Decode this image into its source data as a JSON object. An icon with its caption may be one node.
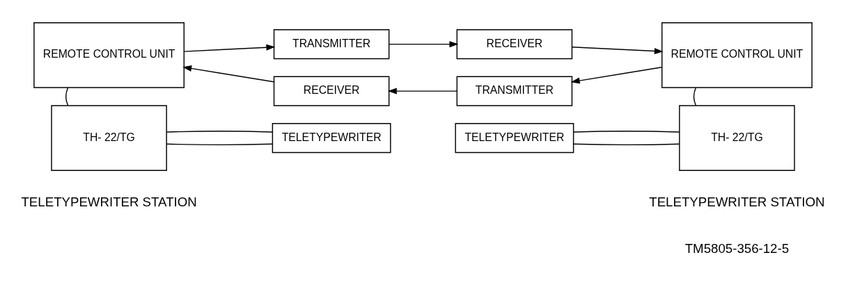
{
  "diagram": {
    "nodes": [
      {
        "text": [
          "REMOTE CONTROL UNIT"
        ]
      },
      {
        "text": [
          "TRANSMITTER"
        ]
      },
      {
        "text": [
          "RECEIVER"
        ]
      },
      {
        "text": [
          "RECEIVER"
        ]
      },
      {
        "text": [
          "TRANSMITTER"
        ]
      },
      {
        "text": [
          "REMOTE CONTROL UNIT"
        ]
      },
      {
        "text": [
          "TH- 22/TG"
        ]
      },
      {
        "text": [
          "TELETYPEWRITER"
        ]
      },
      {
        "text": [
          "TELETYPEWRITER"
        ]
      },
      {
        "text": [
          "TH- 22/TG"
        ]
      }
    ],
    "edges": [
      {
        "from": 0,
        "to": 1,
        "arrow": "to"
      },
      {
        "from": 2,
        "to": 0,
        "arrow": "to"
      },
      {
        "from": 1,
        "to": 3,
        "arrow": "to"
      },
      {
        "from": 4,
        "to": 2,
        "arrow": "to"
      },
      {
        "from": 3,
        "to": 5,
        "arrow": "to"
      },
      {
        "from": 5,
        "to": 4,
        "arrow": "to"
      },
      {
        "from": 0,
        "to": 6,
        "arrow": "none"
      },
      {
        "from": 6,
        "to": 7,
        "arrow": "none"
      },
      {
        "from": 6,
        "to": 7,
        "arrow": "none"
      },
      {
        "from": 5,
        "to": 9,
        "arrow": "none"
      },
      {
        "from": 8,
        "to": 9,
        "arrow": "none"
      },
      {
        "from": 8,
        "to": 9,
        "arrow": "none"
      }
    ],
    "labels": [
      "TELETYPEWRITER STATION",
      "TELETYPEWRITER STATION",
      "TM5805-356-12-5"
    ]
  }
}
